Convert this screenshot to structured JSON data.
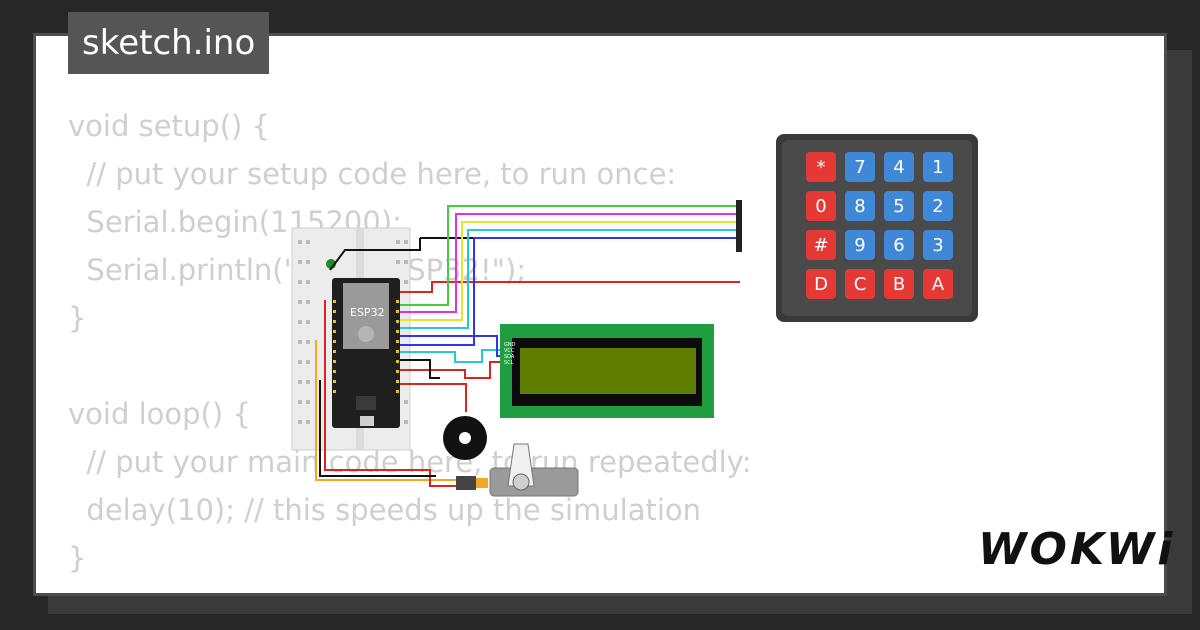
{
  "file_tab": {
    "label": "sketch.ino"
  },
  "code_lines": [
    "void setup() {",
    "  // put your setup code here, to run once:",
    "  Serial.begin(115200);",
    "  Serial.println(\"Hello, ESP32!\");",
    "}",
    "",
    "void loop() {",
    "  // put your main code here, to run repeatedly:",
    "  delay(10); // this speeds up the simulation",
    "}"
  ],
  "esp32": {
    "label": "ESP32"
  },
  "keypad": {
    "rows": [
      [
        "*",
        "7",
        "4",
        "1"
      ],
      [
        "0",
        "8",
        "5",
        "2"
      ],
      [
        "#",
        "9",
        "6",
        "3"
      ],
      [
        "D",
        "C",
        "B",
        "A"
      ]
    ]
  },
  "lcd": {
    "pins": [
      "GND",
      "VCC",
      "SDA",
      "SCL"
    ]
  },
  "brand": {
    "name": "WOKWi"
  },
  "colors": {
    "key_red": "#e53935",
    "key_blue": "#3f88d8",
    "lcd_board": "#1e9e3e",
    "lcd_screen": "#5f7d00",
    "esp32_board": "#1f1f1f"
  }
}
